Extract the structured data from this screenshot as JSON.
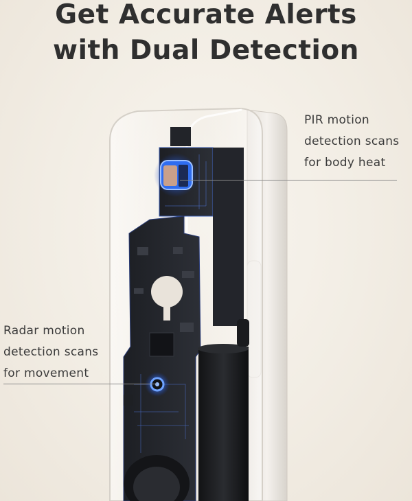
{
  "headline": {
    "line1": "Get Accurate Alerts",
    "line2": "with Dual Detection"
  },
  "callouts": {
    "pir": {
      "lines": [
        "PIR motion",
        "detection scans",
        "for body heat"
      ]
    },
    "radar": {
      "lines": [
        "Radar motion",
        "detection scans",
        "for movement"
      ]
    }
  },
  "colors": {
    "background": "#f3eee6",
    "text": "#2f2f2f",
    "sensor_glow": "#3d7dff",
    "board": "#1e2024"
  },
  "icons": {
    "pir_sensor": "pir-sensor-icon",
    "radar_sensor": "radar-sensor-icon"
  }
}
